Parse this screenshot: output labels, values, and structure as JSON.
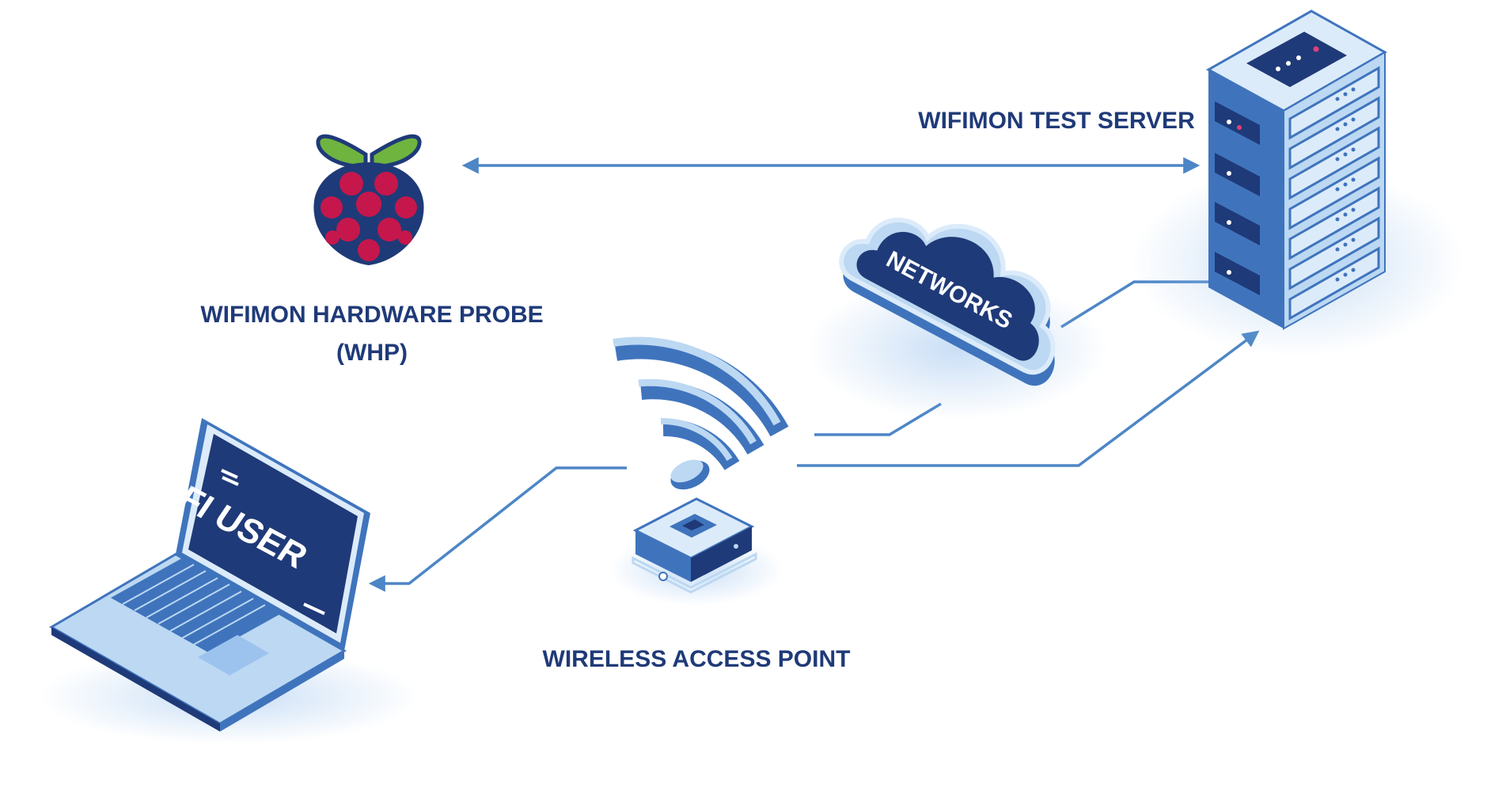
{
  "labels": {
    "whp_line1": "WIFIMON HARDWARE PROBE",
    "whp_line2": "(WHP)",
    "test_server": "WIFIMON TEST SERVER",
    "access_point": "WIRELESS ACCESS POINT",
    "networks": "NETWORKS",
    "wifi_user": "WIFI USER"
  },
  "icons": [
    "raspberry-pi-icon",
    "server-rack-icon",
    "cloud-icon",
    "wifi-signal-icon",
    "router-icon",
    "laptop-icon"
  ],
  "colors": {
    "navy": "#1f3a78",
    "blue": "#3f74bd",
    "light_blue": "#bcd8f2",
    "pale_blue": "#dcebfa",
    "connector": "#4d86c6",
    "berry": "#c5174c",
    "leaf": "#6fb43f"
  }
}
